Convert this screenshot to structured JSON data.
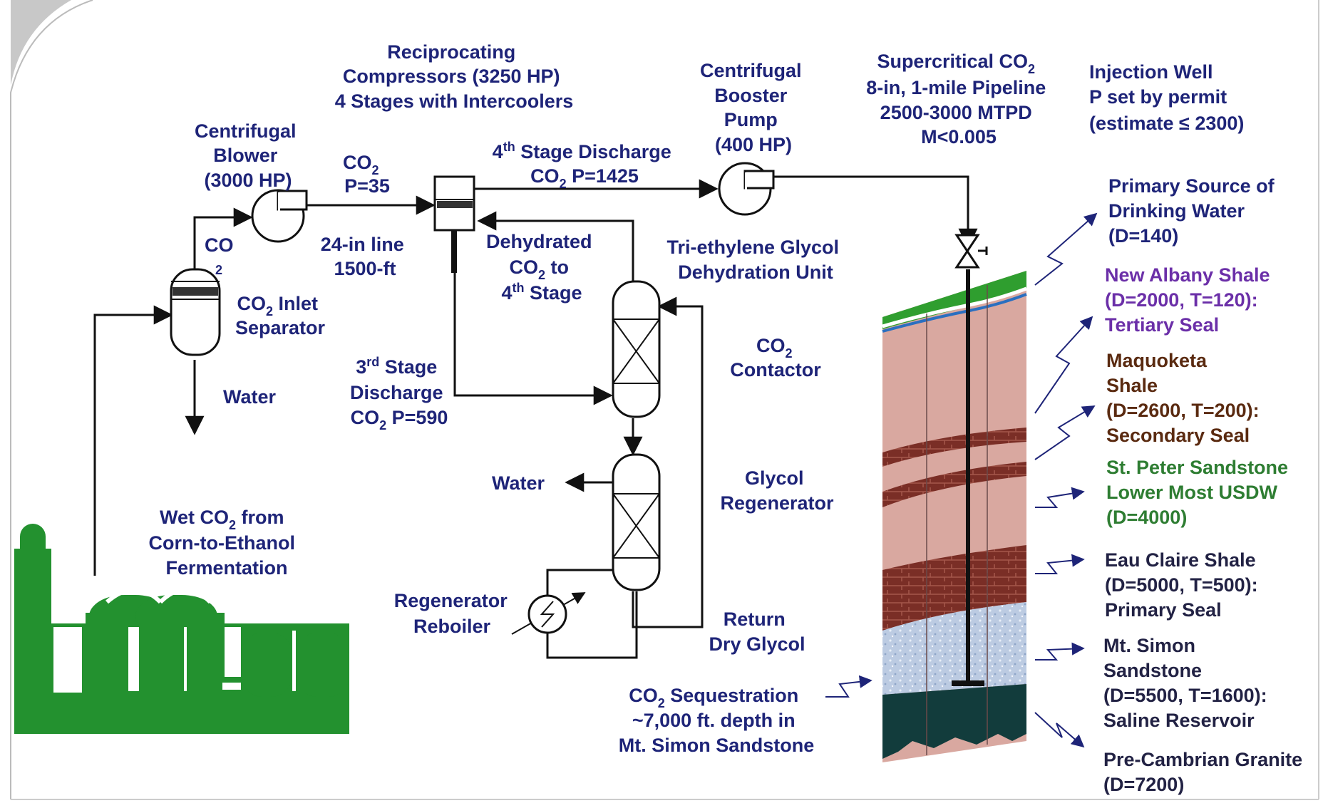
{
  "labels": {
    "compressors": [
      "Reciprocating",
      "Compressors (3250 HP)",
      "4 Stages with Intercoolers"
    ],
    "blower": [
      "Centrifugal",
      "Blower",
      "(3000 HP)"
    ],
    "co2_line": {
      "a": "CO",
      "sub": "2",
      "b": "P=35"
    },
    "co_sep_top": {
      "a": "CO",
      "sub": "2"
    },
    "line_24in": [
      "24-in line",
      "1500-ft"
    ],
    "inlet_sep": {
      "a": "CO",
      "sub": "2",
      "b": " Inlet",
      "c": "Separator"
    },
    "water_left": "Water",
    "stage4_discharge": {
      "a": "4",
      "sup": "th",
      "b": " Stage Discharge",
      "c": "CO",
      "sub": "2",
      "d": " P=1425"
    },
    "booster": [
      "Centrifugal",
      "Booster",
      "Pump",
      "(400 HP)"
    ],
    "pipeline": {
      "a": "Supercritical CO",
      "sub": "2",
      "l2": "8-in, 1-mile Pipeline",
      "l3": "2500-3000 MTPD",
      "l4": "M<0.005"
    },
    "injection_well": [
      "Injection Well",
      "P set by permit",
      "(estimate ≤ 2300)"
    ],
    "dehydrated": {
      "l1": "Dehydrated",
      "a": "CO",
      "sub": "2",
      "b": " to",
      "c": "4",
      "sup": "th",
      "d": " Stage"
    },
    "teg_unit": [
      "Tri-ethylene Glycol",
      "Dehydration Unit"
    ],
    "contactor": {
      "a": "CO",
      "sub": "2",
      "l2": "Contactor"
    },
    "stage3_discharge": {
      "a": "3",
      "sup": "rd",
      "b": " Stage",
      "l2": "Discharge",
      "c": "CO",
      "sub": "2",
      "d": " P=590"
    },
    "water_mid": "Water",
    "glycol_regen": [
      "Glycol",
      "Regenerator"
    ],
    "wet_co2": {
      "a": "Wet CO",
      "sub": "2",
      "b": " from",
      "l2": "Corn-to-Ethanol",
      "l3": "Fermentation"
    },
    "reboiler": [
      "Regenerator",
      "Reboiler"
    ],
    "return_glycol": [
      "Return",
      "Dry Glycol"
    ],
    "sequestration": {
      "a": "CO",
      "sub": "2",
      "b": " Sequestration",
      "l2": "~7,000 ft. depth in",
      "l3": "Mt. Simon Sandstone"
    }
  },
  "layers": [
    {
      "lines": [
        "Primary Source of",
        "Drinking Water",
        "(D=140)"
      ],
      "color": "#1e2478"
    },
    {
      "lines": [
        "New Albany Shale",
        "(D=2000, T=120):",
        "Tertiary Seal"
      ],
      "color": "#6b2fa8"
    },
    {
      "lines": [
        "Maquoketa",
        "Shale",
        "(D=2600, T=200):",
        "Secondary Seal"
      ],
      "color": "#5a2a10"
    },
    {
      "lines": [
        "St. Peter Sandstone",
        "Lower Most USDW",
        "(D=4000)"
      ],
      "color": "#2e7d32"
    },
    {
      "lines": [
        "Eau Claire Shale",
        "(D=5000, T=500):",
        "Primary Seal"
      ],
      "color": "#222244"
    },
    {
      "lines": [
        "Mt. Simon",
        "Sandstone",
        "(D=5500, T=1600):",
        "Saline Reservoir"
      ],
      "color": "#222244"
    },
    {
      "lines": [
        "Pre-Cambrian Granite",
        "(D=7200)"
      ],
      "color": "#222244"
    }
  ],
  "colors": {
    "text": "#1e2478",
    "plant": "#23912f",
    "soil": "#d9a8a0",
    "shale": "#7a2e26",
    "sandstone": "#b7c6df",
    "granite": "#123c3c",
    "grass": "#2f9e2f"
  }
}
